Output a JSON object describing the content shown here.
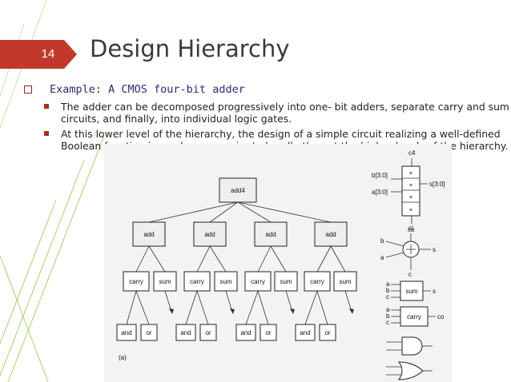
{
  "slide": {
    "number": "14",
    "title": "Design Hierarchy",
    "bullets": [
      {
        "text": "Example: A CMOS four-bit adder",
        "sub": [
          "The adder can be decomposed progressively into one- bit adders, separate carry and sum circuits, and finally, into individual logic gates.",
          "At this lower level of the hierarchy, the design of a simple circuit realizing a well-defined Boolean function is much more easier to handle than at the higher levels of the hierarchy."
        ]
      }
    ],
    "colors": {
      "accent": "#c0392b",
      "title": "#3a3a3a",
      "level1": "#2b2b7a",
      "deco": "#a8d26a"
    }
  },
  "figure": {
    "tree": {
      "root": "add4",
      "adders": [
        "add",
        "add",
        "add",
        "add"
      ],
      "carry": "carry",
      "sum": "sum",
      "and": "and",
      "or": "or",
      "caption": "(a)"
    },
    "side": {
      "c4": "c4",
      "b_bus": "b[3:0]",
      "a_bus": "a[3:0]",
      "s_bus": "s[3:0]",
      "ci": "ci",
      "plus": "+",
      "co": "co",
      "b": "b",
      "a": "a",
      "s": "s",
      "c": "c",
      "sum": "sum",
      "carry": "carry"
    }
  }
}
